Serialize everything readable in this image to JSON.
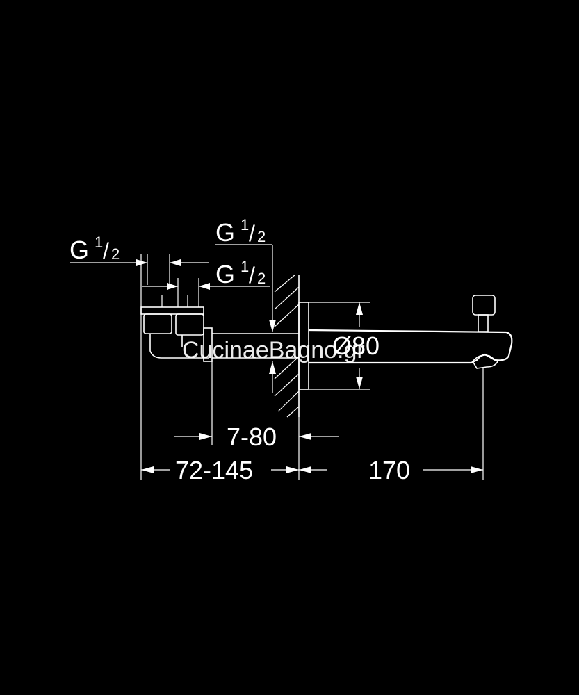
{
  "labels": {
    "thread_left_main": "G",
    "thread_left_num": "1",
    "thread_left_den": "2",
    "thread_top_main": "G",
    "thread_top_num": "1",
    "thread_top_den": "2",
    "thread_mid_main": "G",
    "thread_mid_num": "1",
    "thread_mid_den": "2",
    "diameter": "Ø80",
    "depth_range": "7-80",
    "body_range": "72-145",
    "spout_length": "170"
  },
  "watermark": "CucinaeBagno.gr",
  "colors": {
    "background": "#000000",
    "lines": "#ffffff"
  }
}
